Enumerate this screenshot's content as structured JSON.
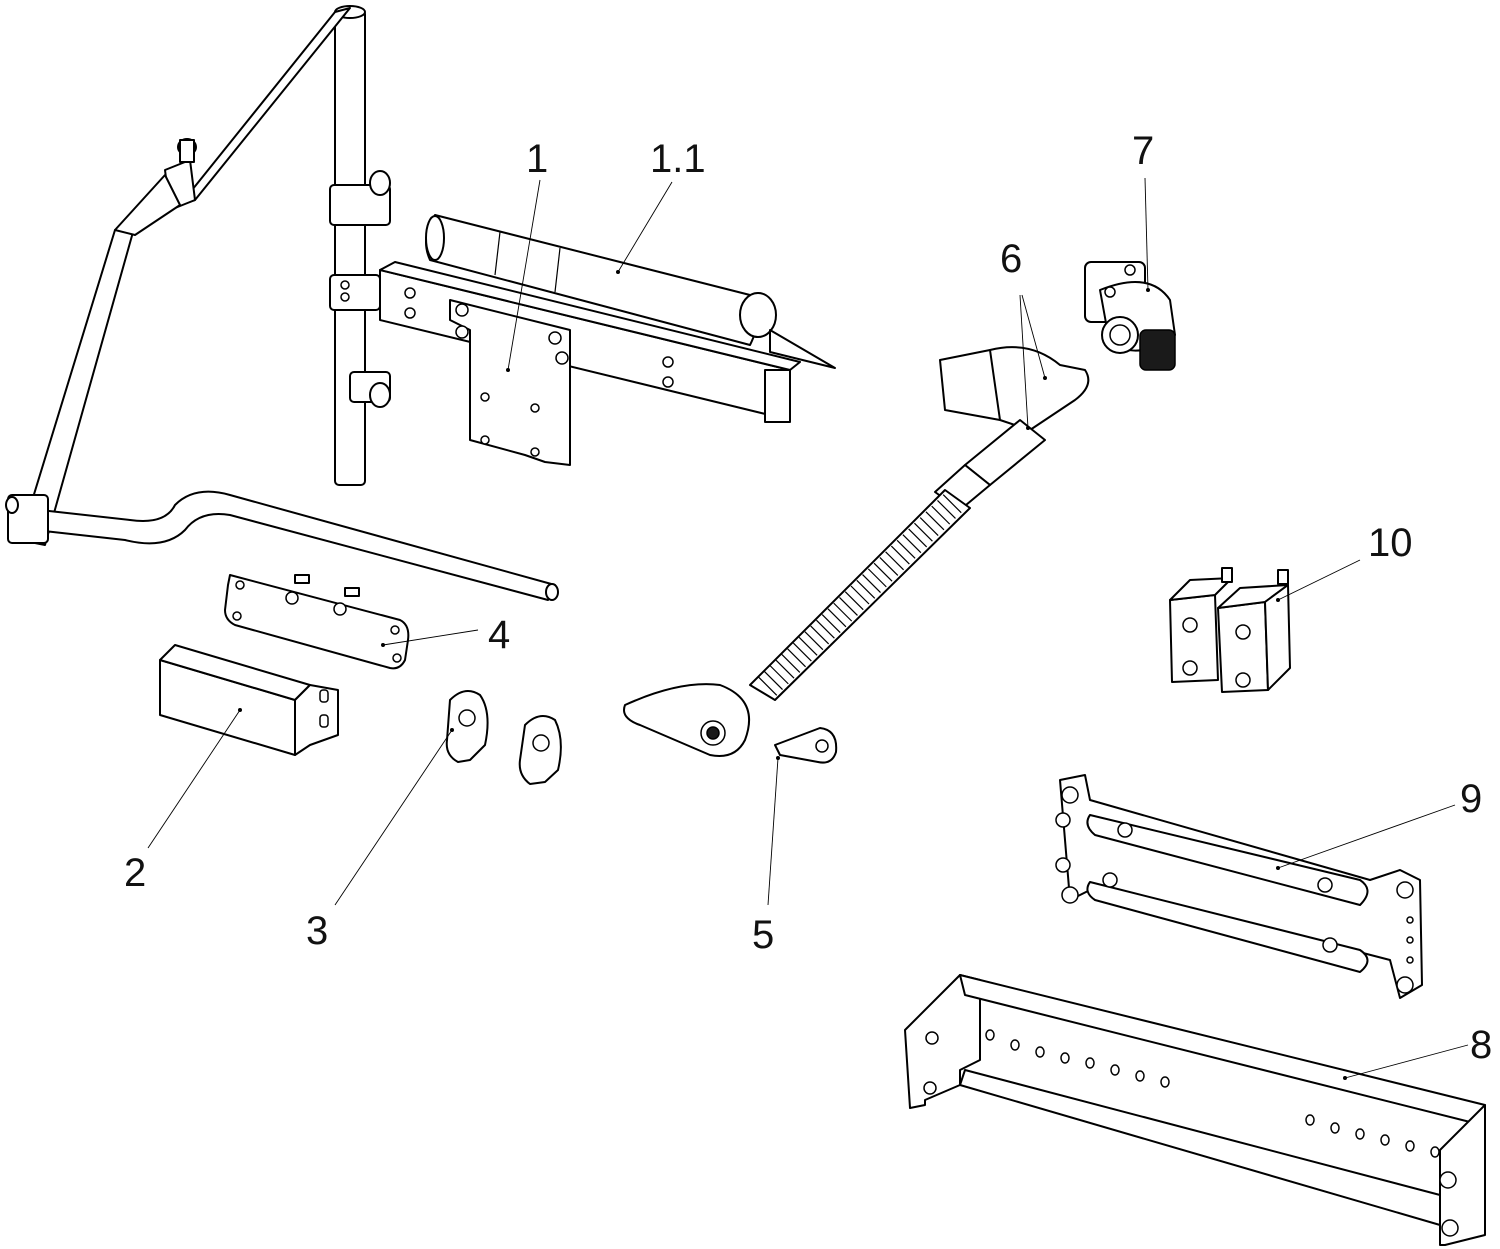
{
  "diagram": {
    "labels": [
      {
        "id": "part-1",
        "text": "1"
      },
      {
        "id": "part-1-1",
        "text": "1.1"
      },
      {
        "id": "part-2",
        "text": "2"
      },
      {
        "id": "part-3",
        "text": "3"
      },
      {
        "id": "part-4",
        "text": "4"
      },
      {
        "id": "part-5",
        "text": "5"
      },
      {
        "id": "part-6",
        "text": "6"
      },
      {
        "id": "part-7",
        "text": "7"
      },
      {
        "id": "part-8",
        "text": "8"
      },
      {
        "id": "part-9",
        "text": "9"
      },
      {
        "id": "part-10",
        "text": "10"
      }
    ]
  },
  "colors": {
    "line": "#000000",
    "background": "#ffffff"
  }
}
